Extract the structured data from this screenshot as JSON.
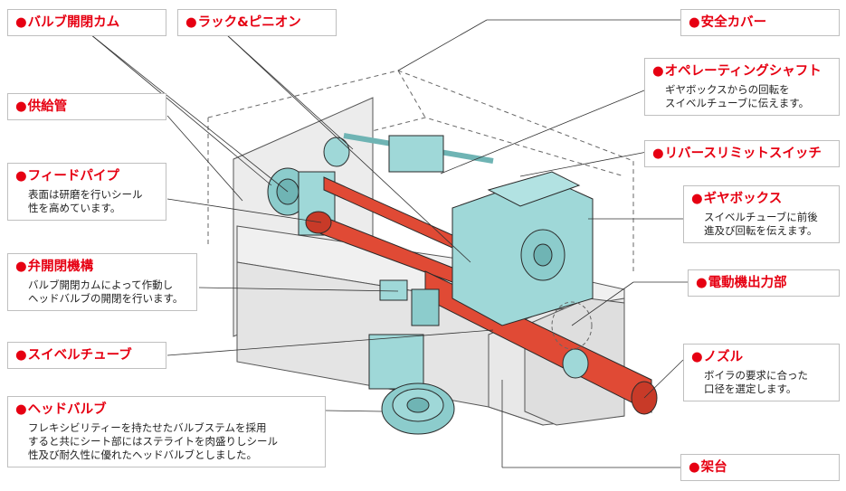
{
  "colors": {
    "accent": "#e60012",
    "machine_teal": "#9fd8d8",
    "machine_outline": "#2a2a2a",
    "tube_red": "#e04a35",
    "frame_grey": "#e6e6e6",
    "label_border": "#bfbfbf"
  },
  "labels": {
    "valve_cam": {
      "title": "バルブ開閉カム"
    },
    "rack_pinion": {
      "title": "ラック&ピニオン"
    },
    "safety_cover": {
      "title": "安全カバー"
    },
    "operating_shaft": {
      "title": "オペレーティングシャフト",
      "desc": [
        "ギヤボックスからの回転を",
        "スイベルチューブに伝えます。"
      ]
    },
    "supply_pipe": {
      "title": "供給管"
    },
    "reverse_limit": {
      "title": "リバースリミットスイッチ"
    },
    "feed_pipe": {
      "title": "フィードパイプ",
      "desc": [
        "表面は研磨を行いシール",
        "性を高めています。"
      ]
    },
    "gearbox": {
      "title": "ギヤボックス",
      "desc": [
        "スイベルチューブに前後",
        "進及び回転を伝えます。"
      ]
    },
    "valve_mechanism": {
      "title": "弁開閉機構",
      "desc": [
        "バルブ開閉カムによって作動し",
        "ヘッドバルブの開閉を行います。"
      ]
    },
    "motor_output": {
      "title": "電動機出力部"
    },
    "swivel_tube": {
      "title": "スイベルチューブ"
    },
    "nozzle": {
      "title": "ノズル",
      "desc": [
        "ボイラの要求に合った",
        "口径を選定します。"
      ]
    },
    "head_valve": {
      "title": "ヘッドバルブ",
      "desc": [
        "フレキシビリティーを持たせたバルブステムを採用",
        "すると共にシート部にはステライトを肉盛りしシール",
        "性及び耐久性に優れたヘッドバルブとしました。"
      ]
    },
    "frame": {
      "title": "架台"
    }
  }
}
